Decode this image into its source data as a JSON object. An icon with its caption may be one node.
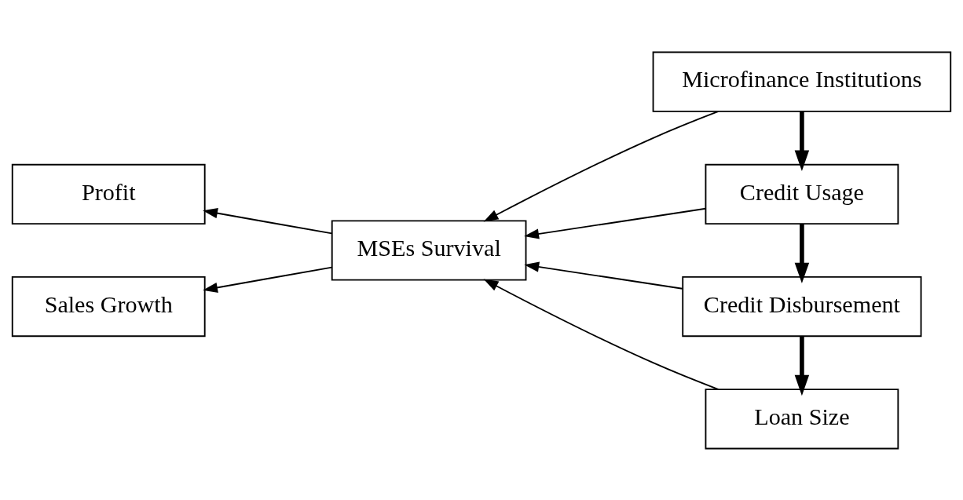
{
  "diagram": {
    "nodes": [
      {
        "text": [
          "MSEs Survival"
        ]
      },
      {
        "text": [
          "Profit"
        ]
      },
      {
        "text": [
          "Sales Growth"
        ]
      },
      {
        "text": [
          "Microfinance Institutions"
        ]
      },
      {
        "text": [
          "Credit Usage"
        ]
      },
      {
        "text": [
          "Credit Disbursement"
        ]
      },
      {
        "text": [
          "Loan Size"
        ]
      }
    ],
    "edges": [
      {
        "from": 0,
        "to": 1,
        "arrow": "to"
      },
      {
        "from": 0,
        "to": 2,
        "arrow": "to"
      },
      {
        "from": 3,
        "to": 0,
        "arrow": "to"
      },
      {
        "from": 4,
        "to": 0,
        "arrow": "to"
      },
      {
        "from": 5,
        "to": 0,
        "arrow": "to"
      },
      {
        "from": 6,
        "to": 0,
        "arrow": "to"
      },
      {
        "from": 3,
        "to": 4,
        "arrow": "to",
        "style": "thick"
      },
      {
        "from": 4,
        "to": 5,
        "arrow": "to",
        "style": "thick"
      },
      {
        "from": 5,
        "to": 6,
        "arrow": "to",
        "style": "thick"
      }
    ]
  }
}
